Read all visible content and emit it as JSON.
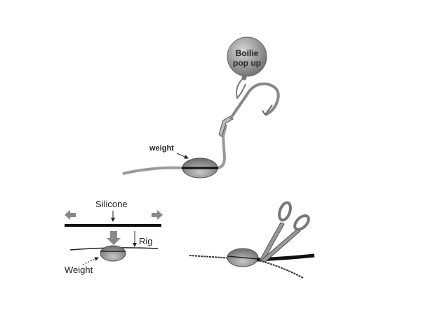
{
  "top_diagram": {
    "boilie_line1": "Boilie",
    "boilie_line2": "pop up",
    "weight_label": "weight"
  },
  "silicone_diagram": {
    "silicone_label": "Silicone",
    "rig_label": "Rig",
    "weight_label": "Weight"
  },
  "colors": {
    "line": "#111111",
    "gray": "#8a8a8a",
    "weight": "#7d7d7d"
  }
}
